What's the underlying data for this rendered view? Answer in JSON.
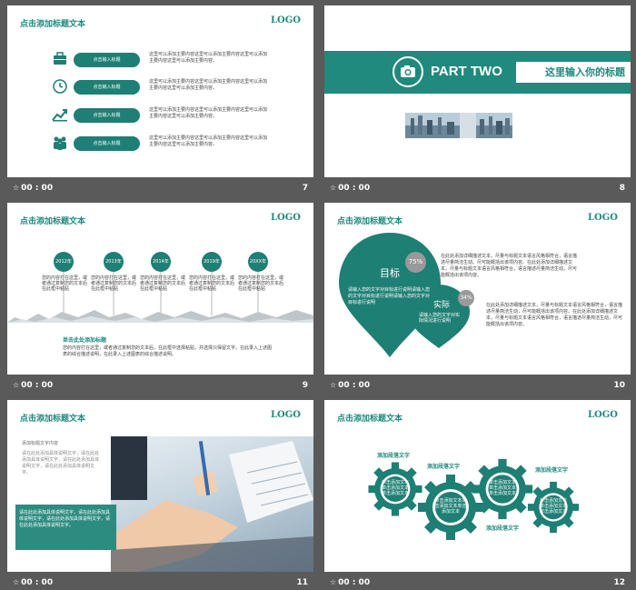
{
  "slides": [
    {
      "number": "7",
      "time": "00 : 00",
      "title": "点击添加标题文本",
      "logo": "LOGO",
      "rows": [
        {
          "icon": "briefcase-icon",
          "label": "点击输入标题",
          "text": "这里可以添加主要内容这里可以添加主要内容这里可以添加主要内容这里可以添加主要内容。"
        },
        {
          "icon": "clock-icon",
          "label": "点击输入标题",
          "text": "这里可以添加主要内容这里可以添加主要内容这里可以添加主要内容这里可以添加主要内容。"
        },
        {
          "icon": "chart-icon",
          "label": "点击输入标题",
          "text": "这里可以添加主要内容这里可以添加主要内容这里可以添加主要内容这里可以添加主要内容。"
        },
        {
          "icon": "people-icon",
          "label": "点击输入标题",
          "text": "这里可以添加主要内容这里可以添加主要内容这里可以添加主要内容这里可以添加主要内容。"
        }
      ]
    },
    {
      "number": "8",
      "time": "00 : 00",
      "part": "PART TWO",
      "heading": "这里输入你的标题",
      "icon": "camera-icon"
    },
    {
      "number": "9",
      "time": "00 : 00",
      "title": "点击添加标题文本",
      "logo": "LOGO",
      "years": [
        "2012年",
        "2013年",
        "2014年",
        "2019年",
        "20XX年"
      ],
      "year_text": "您的内容打在这里，或者通过复制您的文本后在此框中粘贴",
      "sub_title": "单击此处添加标题",
      "sub_text": "您的内容打在这里，或者通过复制您的文本后，在此框中选择粘贴，并选择只保留文字。在此录入上述图表的综合描述说明，在此录入上述图表的综合描述说明。"
    },
    {
      "number": "10",
      "time": "00 : 00",
      "title": "点击添加标题文本",
      "logo": "LOGO",
      "goal": {
        "label": "目标",
        "percent": "75%",
        "text": "请输入您的文字对目标进行说明请输入您的文字对目标进行说明请输入您的文字对目标进行说明"
      },
      "actual": {
        "label": "实际",
        "percent": "34%",
        "text": "请输入您的文字对实际情况进行说明"
      },
      "desc1": "在此处添加详细描述文本，尽量与标题文本语言风格相符合，语言描述尽量简洁生动。尽可能概括出该项内容。在此处添加详细描述文本，尽量与标题文本语言风格相符合，语言描述尽量简洁生动，尽可能概括出该项内容。",
      "desc2": "在此处添加详细描述文本，尽量与标题文本语言风格相符合，语言描述尽量简洁生动，尽可能概括出该项内容。在此处添加详细描述文本，尽量与标题文本语言风格相符合，语言描述尽量简洁生动，尽可能概括出该项内容。"
    },
    {
      "number": "11",
      "time": "00 : 00",
      "title": "点击添加标题文本",
      "logo": "LOGO",
      "small_title": "添加标题文字内容",
      "small_text": "请在此处添加具体说明文字，请在此处添加具体说明文字，请在此处添加具体说明文字，请在此处添加具体说明文字。",
      "box_text": "请在此处添加具体说明文字，请在此处添加具体说明文字，请在此处添加具体说明文字，请在此处添加具体说明文字。"
    },
    {
      "number": "12",
      "time": "00 : 00",
      "title": "点击添加标题文本",
      "logo": "LOGO",
      "labels": [
        "添加段落文字",
        "添加段落文字",
        "添加段落文字",
        "添加段落文字"
      ],
      "gear_text": "单击添加文本单击添加文本单击添加文本"
    }
  ],
  "colors": {
    "accent": "#1f8a7d",
    "dark": "#1e7f74",
    "bg": "#5a5a5a"
  }
}
